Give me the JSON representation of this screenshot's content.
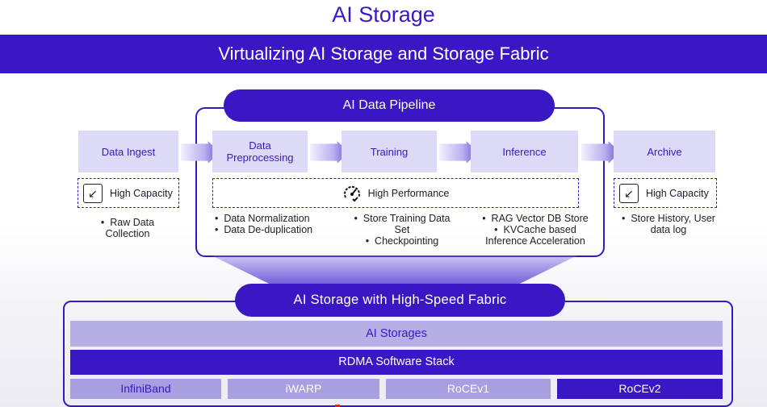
{
  "title": "AI Storage",
  "banner": "Virtualizing AI Storage and Storage Fabric",
  "pipeline_label": "AI Data Pipeline",
  "stages": {
    "ingest": "Data Ingest",
    "preprocessing": "Data\nPreprocessing",
    "training": "Training",
    "inference": "Inference",
    "archive": "Archive"
  },
  "capacity_left": "High Capacity",
  "capacity_right": "High Capacity",
  "performance": "High Performance",
  "bullets": {
    "ingest": [
      "•  Raw Data",
      "Collection"
    ],
    "preprocessing": [
      "•  Data Normalization",
      "•  Data De-duplication"
    ],
    "training": [
      "•  Store Training Data",
      "Set",
      "•  Checkpointing"
    ],
    "inference": [
      "•  RAG Vector DB Store",
      "•  KVCache based",
      "Inference Acceleration"
    ],
    "archive": [
      "•  Store History, User",
      "data log"
    ]
  },
  "fabric_label": "AI Storage with High-Speed Fabric",
  "layers": {
    "storages": "AI Storages",
    "rdma": "RDMA Software Stack",
    "protocols": [
      "InfiniBand",
      "iWARP",
      "RoCEv1",
      "RoCEv2"
    ]
  },
  "colors": {
    "primary": "#3a17c4",
    "stage_fill": "#dddaf7",
    "storage_layer": "#b6afe6",
    "protocol_layer": "#a79fdf"
  },
  "icons": {
    "capacity": "expand-arrows-icon",
    "performance": "speedometer-icon"
  }
}
